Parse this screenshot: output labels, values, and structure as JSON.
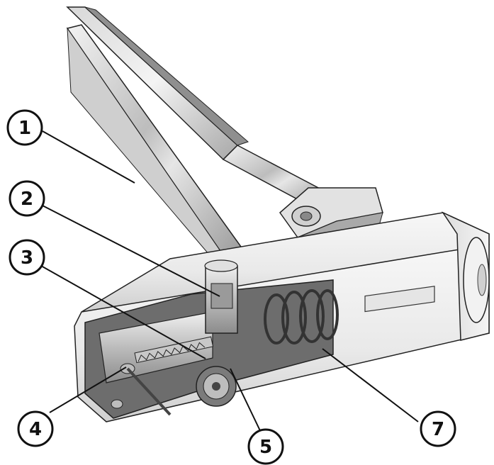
{
  "illustration": {
    "subject": "door-closer-cutaway"
  },
  "callouts": [
    {
      "id": "1",
      "label": "1"
    },
    {
      "id": "2",
      "label": "2"
    },
    {
      "id": "3",
      "label": "3"
    },
    {
      "id": "4",
      "label": "4"
    },
    {
      "id": "5",
      "label": "5"
    },
    {
      "id": "7",
      "label": "7"
    }
  ],
  "nameplate": {
    "text": ""
  },
  "colors": {
    "outline": "#222222",
    "metal_light": "#e8e8e8",
    "metal_mid": "#bdbdbd",
    "metal_dark": "#8a8a8a",
    "background": "#ffffff"
  }
}
